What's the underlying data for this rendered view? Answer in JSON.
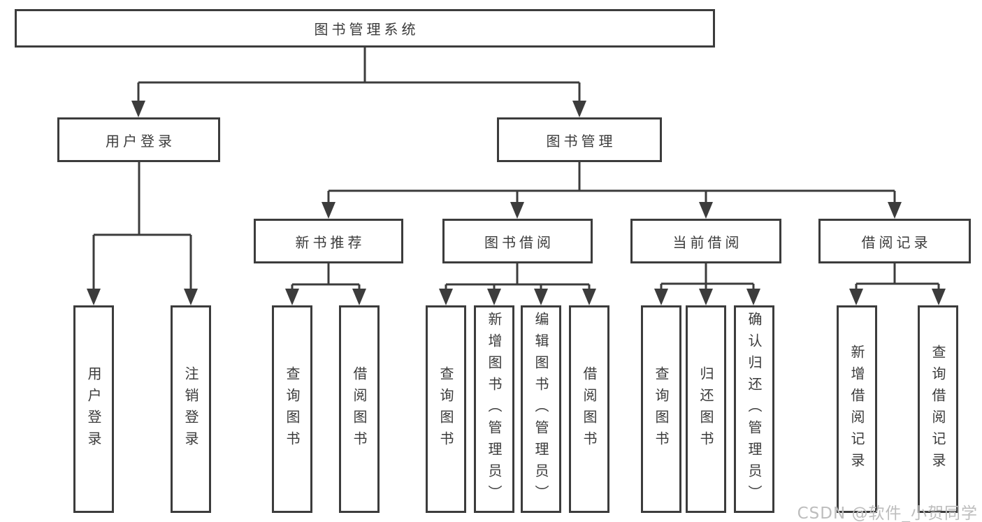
{
  "diagram": {
    "root": {
      "label": "图书管理系统"
    },
    "level2": {
      "user_login": {
        "label": "用户登录"
      },
      "book_mgmt": {
        "label": "图书管理"
      }
    },
    "level3": {
      "new_book_rec": {
        "label": "新书推荐"
      },
      "book_borrow": {
        "label": "图书借阅"
      },
      "current_borrow": {
        "label": "当前借阅"
      },
      "borrow_record": {
        "label": "借阅记录"
      }
    },
    "leaves": {
      "user_login_leaf": {
        "label": "用户登录"
      },
      "logout": {
        "label": "注销登录"
      },
      "rec_query_book": {
        "label": "查询图书"
      },
      "rec_borrow_book": {
        "label": "借阅图书"
      },
      "bb_query_book": {
        "label": "查询图书"
      },
      "bb_add_book": {
        "label": "新增图书（管理员）"
      },
      "bb_edit_book": {
        "label": "编辑图书（管理员）"
      },
      "bb_borrow_book": {
        "label": "借阅图书"
      },
      "cb_query_book": {
        "label": "查询图书"
      },
      "cb_return_book": {
        "label": "归还图书"
      },
      "cb_confirm_return": {
        "label": "确认归还（管理员）"
      },
      "br_add_record": {
        "label": "新增借阅记录"
      },
      "br_query_record": {
        "label": "查询借阅记录"
      }
    }
  },
  "watermark": "CSDN @软件_小贺同学",
  "colors": {
    "line": "#3c3c3c",
    "text": "#3b3b3b",
    "watermark": "#bdbdbd",
    "background": "#ffffff"
  }
}
